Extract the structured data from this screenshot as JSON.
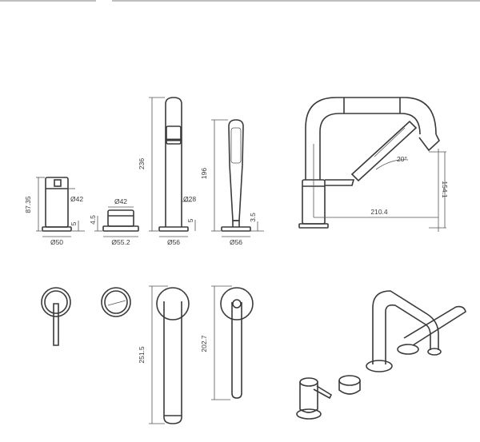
{
  "labels": {
    "mixer_height": "87.35",
    "mixer_handle_dia": "Ø42",
    "mixer_gap": "5",
    "mixer_base": "Ø50",
    "diverter_dia": "Ø42",
    "diverter_gap": "4.5",
    "diverter_base": "Ø55.2",
    "spout_height": "236",
    "spout_dia": "Ø28",
    "spout_gap": "5",
    "spout_base": "Ø56",
    "shower_height": "196",
    "shower_gap": "3.5",
    "shower_base": "Ø56",
    "side_angle": "20°",
    "side_height": "154.1",
    "side_reach": "210.4",
    "plan_spout_length": "251.5",
    "plan_shower_length": "202.7"
  }
}
